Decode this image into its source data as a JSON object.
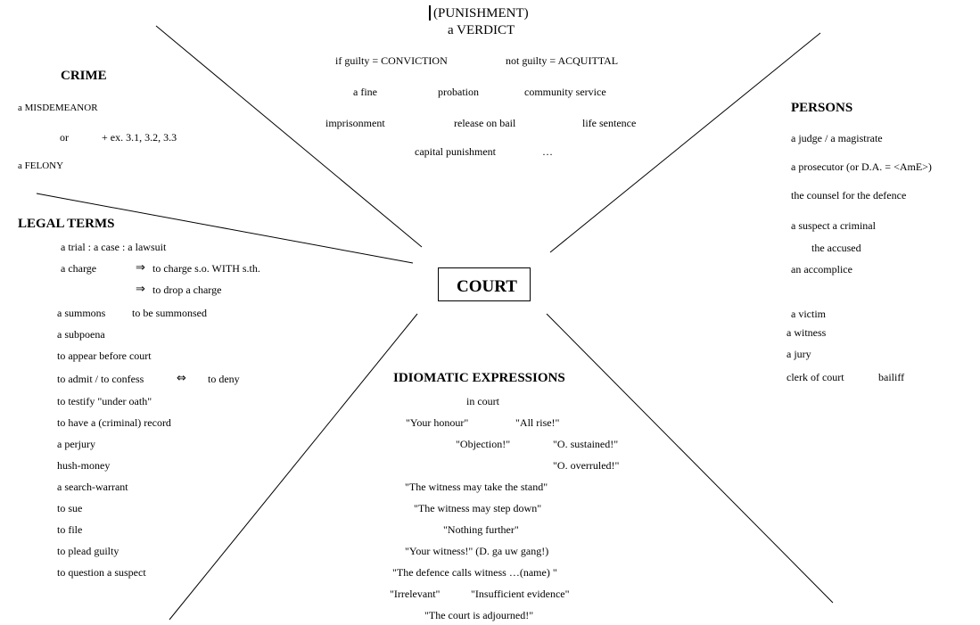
{
  "center": {
    "label": "COURT"
  },
  "punishment": {
    "title": "(PUNISHMENT)",
    "subtitle": "a VERDICT",
    "guilty": "if guilty = CONVICTION",
    "not_guilty": "not guilty = ACQUITTAL",
    "fine": "a fine",
    "probation": "probation",
    "community": "community service",
    "imprisonment": "imprisonment",
    "bail": "release on bail",
    "life": "life sentence",
    "capital": "capital punishment",
    "ellipsis": "…"
  },
  "crime": {
    "title": "CRIME",
    "misdemeanor": "a  MISDEMEANOR",
    "or": "or",
    "ex": "+ ex. 3.1, 3.2, 3.3",
    "felony": "a  FELONY"
  },
  "legal": {
    "title": "LEGAL TERMS",
    "trial": "a trial : a case : a lawsuit",
    "charge": "a charge",
    "charge_to": "to charge s.o. WITH s.th.",
    "drop": "to drop a charge",
    "summons": "a summons",
    "summonsed": "to be summonsed",
    "subpoena": "a subpoena",
    "appear": "to appear before court",
    "admit": "to admit / to confess",
    "deny": "to deny",
    "testify": "to testify \"under oath\"",
    "record": "to have a (criminal) record",
    "perjury": "a perjury",
    "hush": "hush-money",
    "warrant": "a search-warrant",
    "sue": "to sue",
    "file": "to file",
    "plead": "to plead guilty",
    "question": "to question a suspect"
  },
  "persons": {
    "title": "PERSONS",
    "judge": "a judge / a magistrate",
    "prosecutor": "a prosecutor (or D.A. = <AmE>)",
    "counsel": "the counsel for the defence",
    "suspect": "a suspect   a criminal",
    "accused": "the accused",
    "accomplice": "an accomplice",
    "victim": "a victim",
    "witness": "a witness",
    "jury": "a jury",
    "clerk": "clerk of court",
    "bailiff": "bailiff"
  },
  "idioms": {
    "title": "IDIOMATIC EXPRESSIONS",
    "in_court": "in court",
    "honour": "\"Your honour\"",
    "rise": "\"All rise!\"",
    "objection": "\"Objection!\"",
    "sustained": "\"O. sustained!\"",
    "overruled": "\"O. overruled!\"",
    "stand": "\"The witness may take the stand\"",
    "step_down": "\"The witness may step down\"",
    "nothing": "\"Nothing further\"",
    "your_witness": "\"Your witness!\" (D. ga uw gang!)",
    "calls": "\"The defence calls witness …(name) \"",
    "irrelevant": "\"Irrelevant\"",
    "insufficient": "\"Insufficient evidence\"",
    "adjourned": "\"The court is adjourned!\""
  }
}
